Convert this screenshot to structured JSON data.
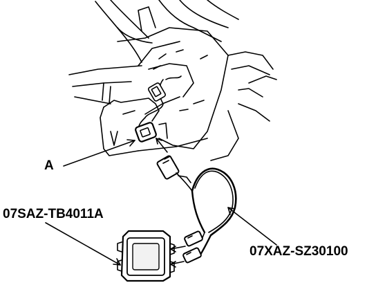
{
  "figure": {
    "callouts": {
      "connector": "A",
      "module_part_number": "07SAZ-TB4011A",
      "harness_part_number": "07XAZ-SZ30100"
    },
    "colors": {
      "line": "#000000",
      "background": "#ffffff",
      "fill_light": "#f2f2f2"
    }
  }
}
